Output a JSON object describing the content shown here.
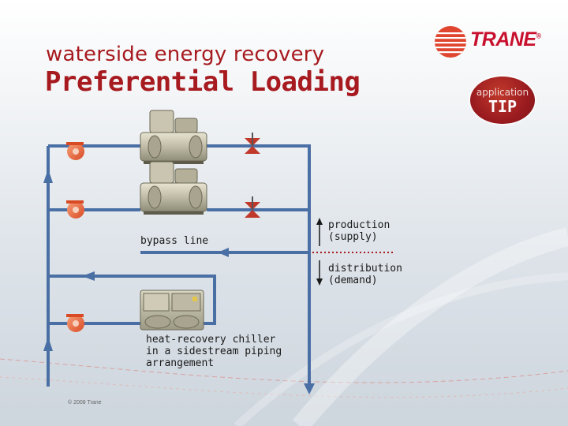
{
  "header": {
    "subtitle": "waterside energy recovery",
    "title": "Preferential Loading"
  },
  "brand": {
    "logo_text": "TRANE",
    "logo_mark": "®",
    "tip_small": "application",
    "tip_big": "TIP",
    "accent_color": "#a71a1f"
  },
  "diagram": {
    "labels": {
      "production": "production\n(supply)",
      "distribution": "distribution\n(demand)",
      "bypass": "bypass line",
      "heat_recovery": "heat-recovery chiller\nin a sidestream piping\narrangement"
    },
    "pipe_color": "#4a6fa5",
    "pump_color": "#e8643c",
    "icons": [
      "pump-icon",
      "valve-icon",
      "chiller-icon",
      "flow-arrow-icon"
    ]
  },
  "footer": {
    "copyright": "© 2008 Trane"
  }
}
